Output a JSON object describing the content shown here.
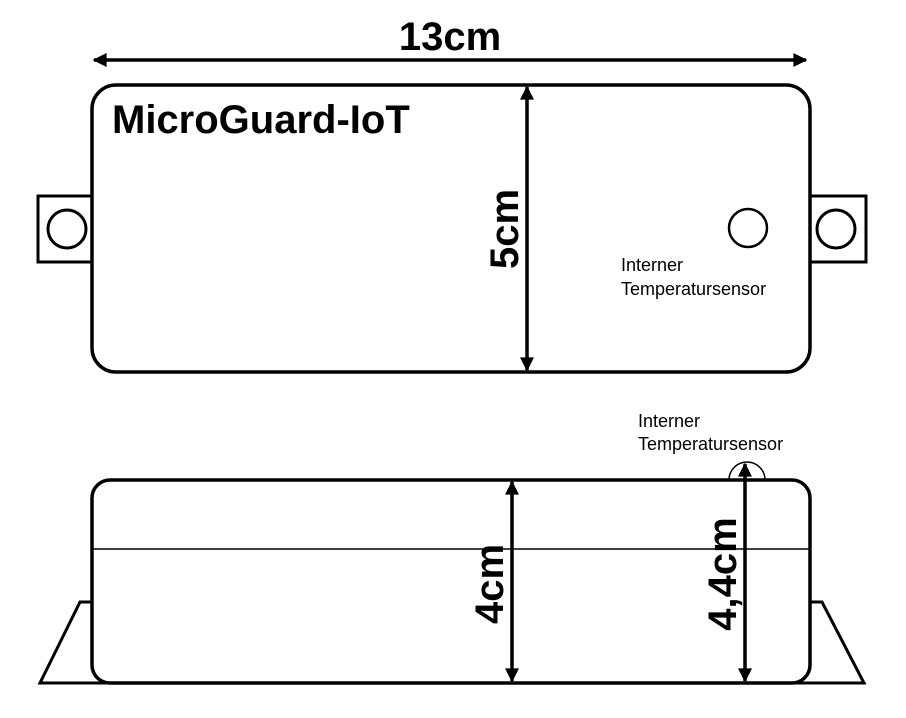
{
  "top_view": {
    "width_label": "13cm",
    "height_label": "5cm",
    "device_title": "MicroGuard-IoT",
    "sensor_label_line1": "Interner",
    "sensor_label_line2": "Temperatursensor"
  },
  "side_view": {
    "height_label": "4cm",
    "total_height_label": "4,4cm",
    "sensor_label_line1": "Interner",
    "sensor_label_line2": "Temperatursensor"
  },
  "colors": {
    "stroke": "#000000",
    "background": "#ffffff"
  }
}
